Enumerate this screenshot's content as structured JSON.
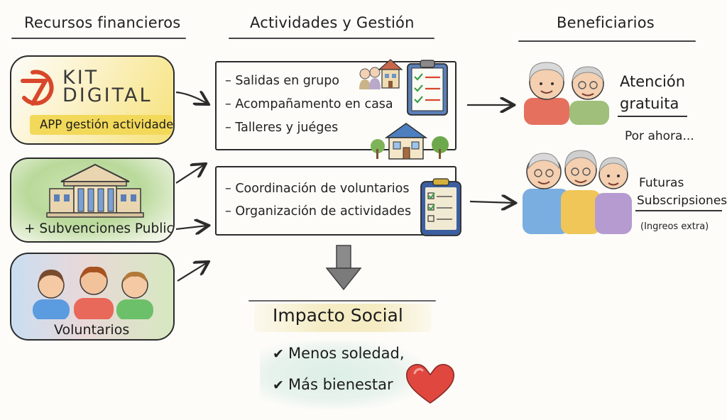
{
  "headings": {
    "left": "Recursos financieros",
    "center": "Actividades y Gestión",
    "right": "Beneficiarios"
  },
  "resources": {
    "kit_digital": {
      "title_line1": "KIT",
      "title_line2": "DIGITAL",
      "caption": "APP gestión actividades"
    },
    "subvenciones": {
      "label": "+ Subvenciones Publicos"
    },
    "voluntarios": {
      "label": "Voluntarios"
    }
  },
  "activities": {
    "box1": [
      "– Salidas en grupo",
      "– Acompañamento en casa",
      "– Talleres y juéges"
    ],
    "box2": [
      "– Coordinación de voluntarios",
      "– Organización de actividades"
    ]
  },
  "beneficiaries": {
    "group1": {
      "title_line1": "Atención",
      "title_line2": "gratuita"
    },
    "transition": "Por ahora...",
    "group2": {
      "line1": "Futuras",
      "line2": "Subscripsiones",
      "note": "(Ingreos extra)"
    }
  },
  "impact": {
    "title": "Impacto Social",
    "items": [
      "Menos soledad,",
      "Más bienestar"
    ]
  },
  "icons": [
    "kit-digital-logo-icon",
    "government-building-icon",
    "volunteers-icon",
    "seniors-group-icon",
    "house-icon",
    "clipboard-checklist-icon",
    "tablet-checklist-icon",
    "heart-icon",
    "down-arrow-icon"
  ],
  "colors": {
    "kit_red": "#d9472b",
    "yellow_wash": "#f6e27a",
    "green_wash": "#b9d99a",
    "blue_wash": "#a9c9ea",
    "heart_red": "#e0483f",
    "impact_wash": "#f5ecc4"
  }
}
